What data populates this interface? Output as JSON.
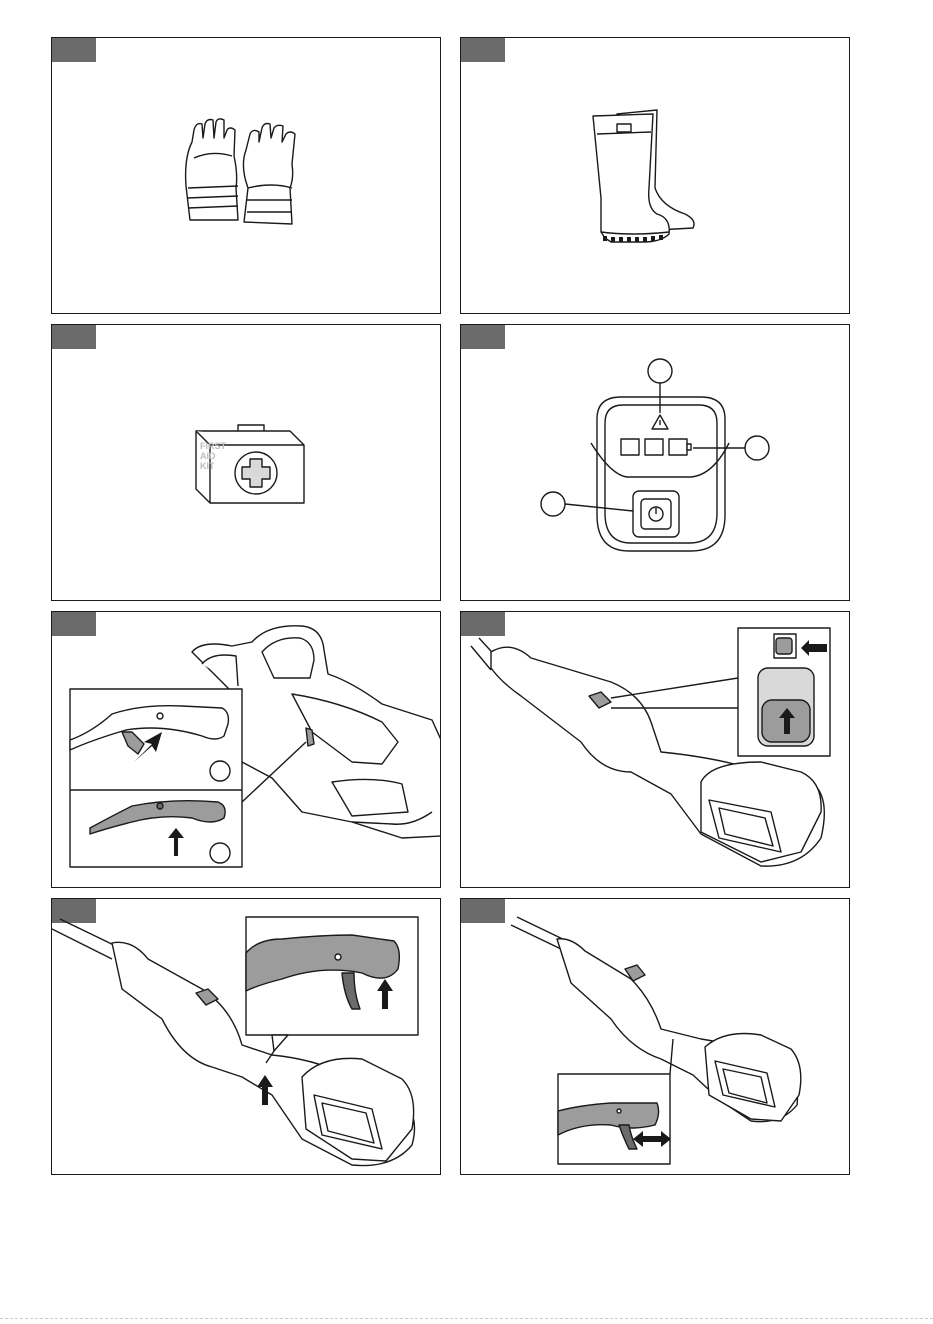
{
  "panels": [
    {
      "id": "gloves",
      "icon": "gloves-icon"
    },
    {
      "id": "boots",
      "icon": "boots-icon"
    },
    {
      "id": "first-aid",
      "icon": "first-aid-kit-icon",
      "kit_text": [
        "FIRST",
        "AID",
        "KIT"
      ]
    },
    {
      "id": "control-panel",
      "icon": "control-panel-icon"
    },
    {
      "id": "handle-trigger",
      "icon": "trigger-lockout-icon"
    },
    {
      "id": "power-button",
      "icon": "power-button-icon"
    },
    {
      "id": "trigger-press",
      "icon": "trigger-press-icon"
    },
    {
      "id": "trigger-release",
      "icon": "trigger-release-icon"
    }
  ],
  "colors": {
    "tag": "#6b6b6b",
    "line": "#1a1a1a",
    "fill_grey": "#9c9c9c",
    "fill_light": "#d9d9d9"
  }
}
